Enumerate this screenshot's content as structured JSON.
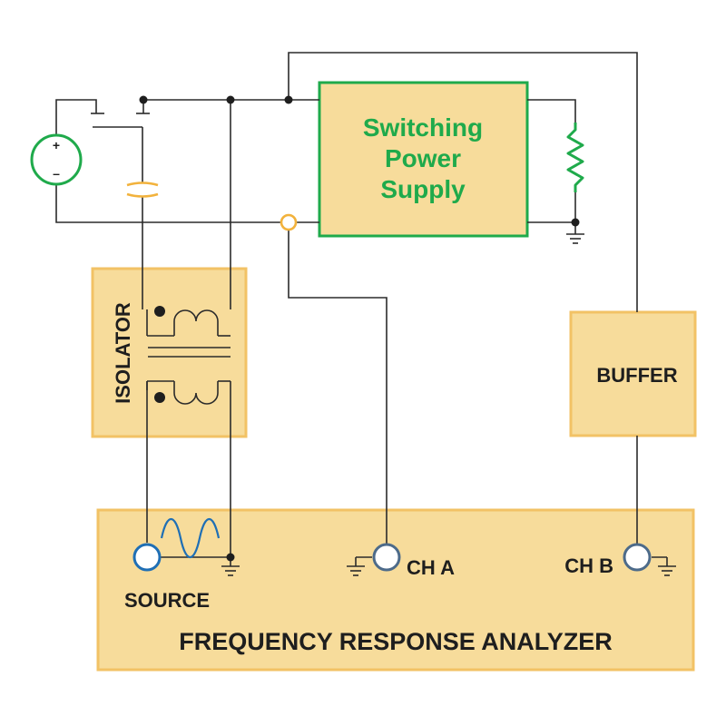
{
  "colors": {
    "box_fill": "#f7dc9b",
    "box_stroke": "#f2c265",
    "green": "#1faa4b",
    "wire": "#2b2b2b",
    "port_blue": "#1f6fb5",
    "port_grey": "#4d6b8a",
    "node_orange": "#f2b23c",
    "text_dark": "#1e1e1e"
  },
  "power_supply": {
    "line1": "Switching",
    "line2": "Power",
    "line3": "Supply"
  },
  "isolator": {
    "label": "ISOLATOR"
  },
  "buffer": {
    "label": "BUFFER"
  },
  "analyzer": {
    "title": "FREQUENCY RESPONSE ANALYZER",
    "source_label": "SOURCE",
    "ch_a_label": "CH A",
    "ch_b_label": "CH B"
  },
  "dc_source": {
    "plus": "+",
    "minus": "–"
  }
}
